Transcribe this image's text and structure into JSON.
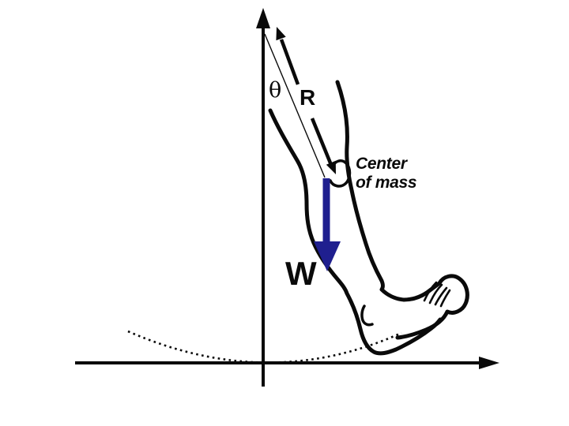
{
  "figure": {
    "labels": {
      "theta": "θ",
      "r": "R",
      "w": "W",
      "center_of_mass_line1": "Center",
      "center_of_mass_line2": "of mass"
    },
    "colors": {
      "ink": "#0a0a0a",
      "weight_arrow": "#1f1f8f"
    }
  }
}
